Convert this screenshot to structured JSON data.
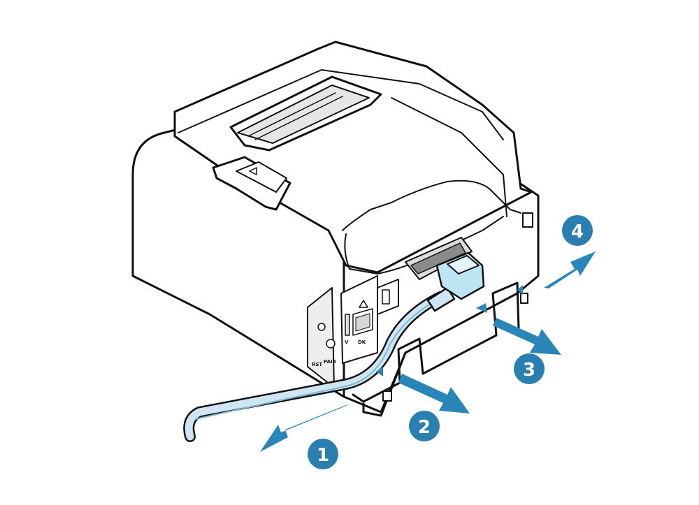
{
  "port_labels": {
    "reset": "RST",
    "pair": "PAIR",
    "dk": "DK",
    "voltage": "V"
  },
  "steps": [
    {
      "number": "1"
    },
    {
      "number": "2"
    },
    {
      "number": "3"
    },
    {
      "number": "4"
    }
  ],
  "colors": {
    "outline": "#111111",
    "body": "#ffffff",
    "panel_shade": "#e6e6e6",
    "cable": "#cfe6f2",
    "cable_dark": "#7fb7d3",
    "plug": "#bfe5f5",
    "arrow": "#2a86b8",
    "badge": "#2a7fb0"
  }
}
